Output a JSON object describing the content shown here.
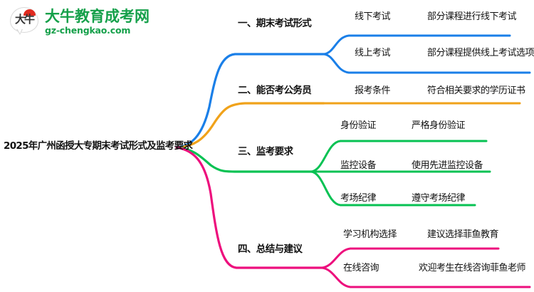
{
  "logo": {
    "mark_glyph": "大牛",
    "brand_cn": "大牛教育成考网",
    "brand_url": "gz-chengkao.com",
    "brand_color": "#15a04a",
    "sun_color": "#e02b20"
  },
  "mindmap": {
    "root": "2025年广州函授大专期末考试形式及监考要求",
    "branches": [
      {
        "label": "一、期末考试形式",
        "color": "#1a7fe8",
        "children": [
          {
            "label": "线下考试",
            "detail": "部分课程进行线下考试"
          },
          {
            "label": "线上考试",
            "detail": "部分课程提供线上考试选项"
          }
        ]
      },
      {
        "label": "二、能否考公务员",
        "color": "#f0a21a",
        "children": [
          {
            "label": "报考条件",
            "detail": "符合相关要求的学历证书"
          }
        ]
      },
      {
        "label": "三、监考要求",
        "color": "#07c253",
        "children": [
          {
            "label": "身份验证",
            "detail": "严格身份验证"
          },
          {
            "label": "监控设备",
            "detail": "使用先进监控设备"
          },
          {
            "label": "考场纪律",
            "detail": "遵守考场纪律"
          }
        ]
      },
      {
        "label": "四、总结与建议",
        "color": "#ed0f7d",
        "children": [
          {
            "label": "学习机构选择",
            "detail": "建议选择菲鱼教育"
          },
          {
            "label": "在线咨询",
            "detail": "欢迎考生在线咨询菲鱼老师"
          }
        ]
      }
    ]
  }
}
